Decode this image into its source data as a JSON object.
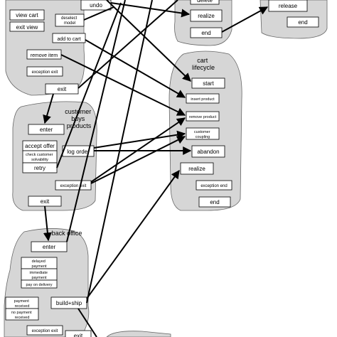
{
  "groups": {
    "customer_buys_products": [
      "customer",
      "buys",
      "products"
    ],
    "cart_lifecycle": [
      "cart",
      "lifecycle"
    ],
    "back_office": [
      "back office"
    ]
  },
  "nodes": {
    "undo": "undo",
    "view_cart": "view cart",
    "deselect_model": [
      "deselect",
      "model"
    ],
    "exit_view": "exit view",
    "add_to_cart": "add to cart",
    "remove_item": "remove item",
    "exception_exit_top": "exception exit",
    "exit_top": "exit",
    "delete_partial": "delete",
    "realize_top": "realize",
    "end_top": "end",
    "release": "release",
    "end_right": "end",
    "enter_customer": "enter",
    "accept_offer": "accept offer",
    "check_customer_solvability": [
      "check customer",
      "solvability"
    ],
    "retry": "retry",
    "log_order": "log order",
    "exception_exit_customer": "exception exit",
    "exit_customer": "exit",
    "start": "start",
    "insert_product": "insert product",
    "remove_product": "remove product",
    "customer_coupling": [
      "customer",
      "coupling"
    ],
    "abandon": "abandon",
    "realize_cart": "realize",
    "exception_end": "exception end",
    "end_cart": "end",
    "enter_back_office": "enter",
    "delayed_payment": [
      "delayed",
      "payment"
    ],
    "immediate_payment": [
      "immediate",
      "payment"
    ],
    "pay_on_delivery": "pay on delivery",
    "payment_received": [
      "payment",
      "received"
    ],
    "no_payment_received": [
      "no payment",
      "received"
    ],
    "build_ship": "build+ship",
    "exception_exit_back": "exception exit",
    "exit_back": "exit"
  }
}
